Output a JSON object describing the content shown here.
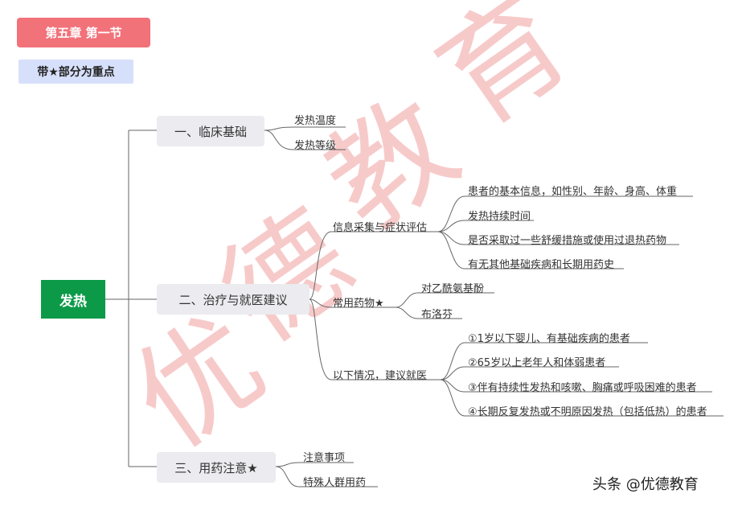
{
  "header": {
    "chapter": "第五章  第一节",
    "note": "带★部分为重点"
  },
  "root": "发热",
  "branches": [
    {
      "label": "一、临床基础",
      "leaves": [
        "发热温度",
        "发热等级"
      ]
    },
    {
      "label": "二、治疗与就医建议",
      "groups": [
        {
          "label": "信息采集与症状评估",
          "leaves": [
            "患者的基本信息，如性别、年龄、身高、体重",
            "发热持续时间",
            "是否采取过一些舒缓措施或使用过退热药物",
            "有无其他基础疾病和长期用药史"
          ]
        },
        {
          "label": "常用药物★",
          "leaves": [
            "对乙酰氨基酚",
            "布洛芬"
          ]
        },
        {
          "label": "以下情况，建议就医",
          "leaves": [
            "①1岁以下婴儿、有基础疾病的患者",
            "②65岁以上老年人和体弱患者",
            "③伴有持续性发热和咳嗽、胸痛或呼吸困难的患者",
            "④长期反复发热或不明原因发热（包括低热）的患者"
          ]
        }
      ]
    },
    {
      "label": "三、用药注意★",
      "leaves": [
        "注意事项",
        "特殊人群用药"
      ]
    }
  ],
  "watermark": "优德教育",
  "footer": "头条 @优德教育",
  "colors": {
    "root": "#0d9a48",
    "chapter_tag": "#f2727a",
    "note_tag": "#d7e0fb",
    "chip": "#ebebf0",
    "line": "#666666",
    "watermark": "#f4a9a9"
  }
}
